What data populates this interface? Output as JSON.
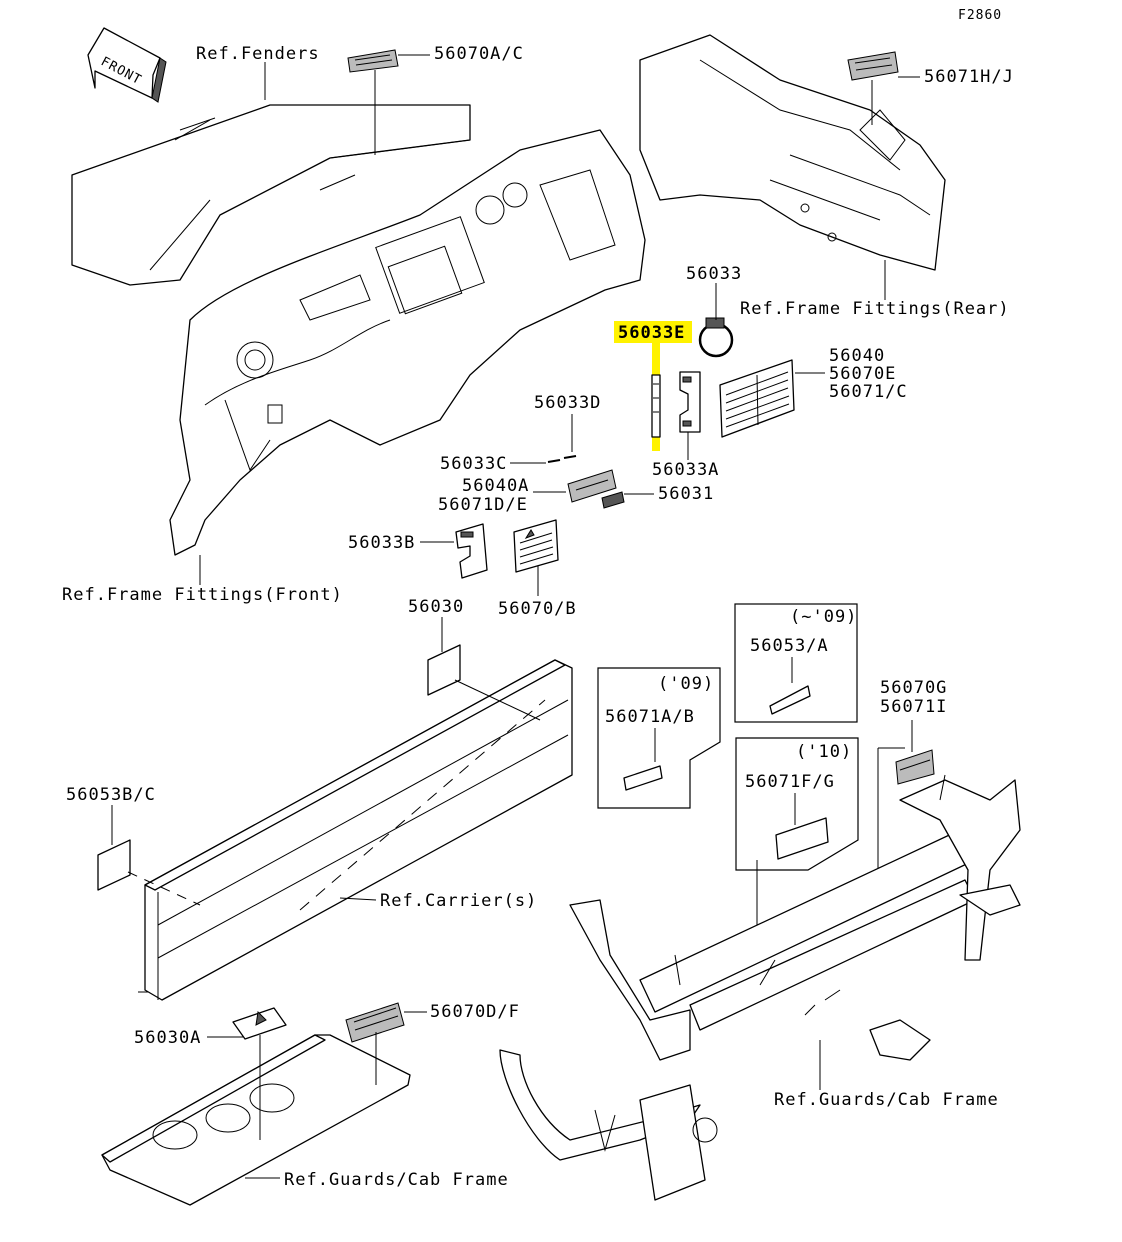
{
  "figure_code": "F2860",
  "front_arrow": "FRONT",
  "highlight_color": "#fff200",
  "labels": {
    "ref_fenders": "Ref.Fenders",
    "p56070ac": "56070A/C",
    "p56071hj": "56071H/J",
    "p56033": "56033",
    "ref_frame_rear": "Ref.Frame Fittings(Rear)",
    "p56033e": "56033E",
    "p56040": "56040",
    "p56070e": "56070E",
    "p56071c": "56071/C",
    "p56033d": "56033D",
    "p56033c": "56033C",
    "p56033a": "56033A",
    "p56040a": "56040A",
    "p56071de": "56071D/E",
    "p56031": "56031",
    "p56033b": "56033B",
    "p56070b": "56070/B",
    "ref_frame_front": "Ref.Frame Fittings(Front)",
    "p56030": "56030",
    "year_to09": "(~'09)",
    "p56053a": "56053/A",
    "year_09": "('09)",
    "p56071ab": "56071A/B",
    "p56070g": "56070G",
    "p56071i": "56071I",
    "year_10": "('10)",
    "p56071fg": "56071F/G",
    "p56053bc": "56053B/C",
    "ref_carrier": "Ref.Carrier(s)",
    "p56030a": "56030A",
    "p56070df": "56070D/F",
    "ref_guards1": "Ref.Guards/Cab Frame",
    "ref_guards2": "Ref.Guards/Cab Frame"
  }
}
